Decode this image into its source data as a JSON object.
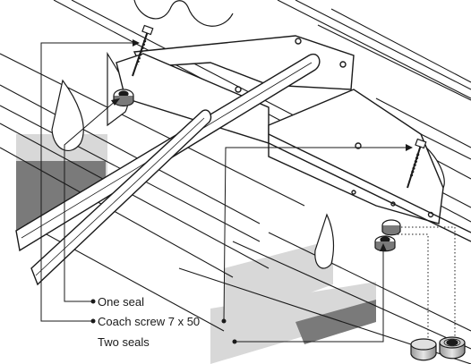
{
  "callouts": {
    "one_seal": "One seal",
    "coach_screw": "Coach screw 7 x 50",
    "two_seals": "Two seals"
  },
  "colors": {
    "line": "#1a1a1a",
    "shade": "#d8d8d8",
    "dark_shade": "#7a7a7a",
    "background": "#ffffff"
  }
}
